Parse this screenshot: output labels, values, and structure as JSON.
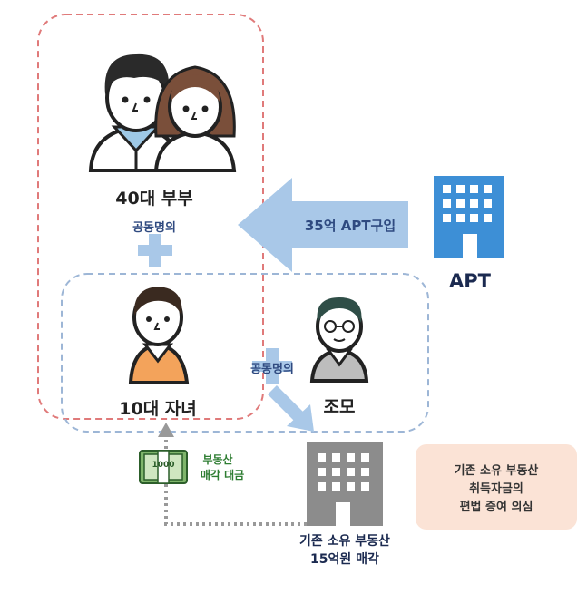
{
  "couple": {
    "label": "40대 부부",
    "joint": "공동명의"
  },
  "child": {
    "label": "10대 자녀"
  },
  "grandma": {
    "label": "조모"
  },
  "purchase": {
    "arrow_label": "35억 APT구입"
  },
  "apt": {
    "label": "APT"
  },
  "joint2": {
    "label": "공동명의"
  },
  "existing": {
    "line1": "기존 소유 부동산",
    "line2": "15억원 매각"
  },
  "proceeds": {
    "line1": "부동산",
    "line2": "매각 대금",
    "bill": "1000"
  },
  "suspicion": {
    "line1": "기존 소유 부동산",
    "line2": "취득자금의",
    "line3": "편법 증여 의심"
  },
  "colors": {
    "red_dash": "#e07a7a",
    "blue_dash": "#9db6d6",
    "arrow": "#a9c8e8",
    "apt_blue": "#3d8fd6",
    "box_bg": "#fbe3d6",
    "gray": "#8c8c8c"
  }
}
